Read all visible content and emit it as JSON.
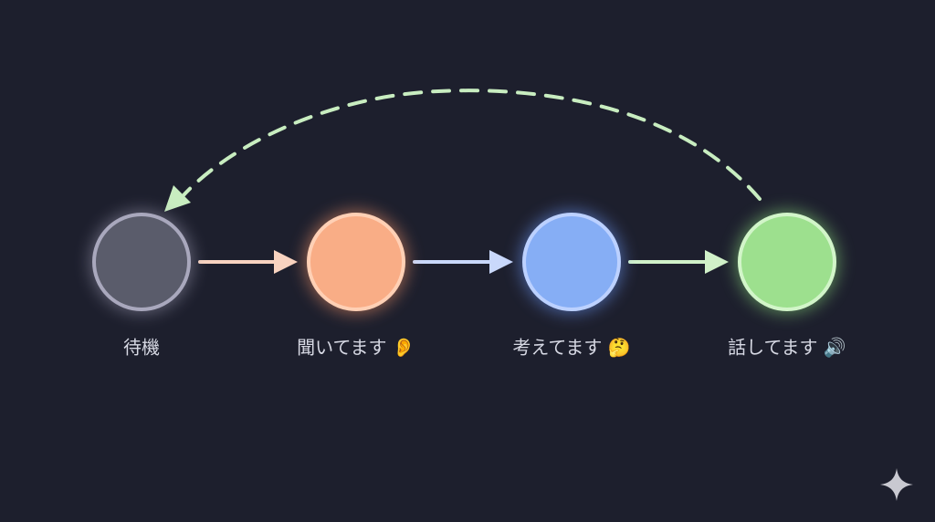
{
  "states": [
    {
      "label": "待機",
      "fill": "#5a5c6b",
      "stroke": "#a9a8bd",
      "glow": "#9b9ab0"
    },
    {
      "label": "聞いてます 👂",
      "fill": "#f9ad86",
      "stroke": "#ffd0b5",
      "glow": "#ff9a6b"
    },
    {
      "label": "考えてます 🤔",
      "fill": "#86aef5",
      "stroke": "#bcd1ff",
      "glow": "#6f9cff"
    },
    {
      "label": "話してます 🔊",
      "fill": "#9de08e",
      "stroke": "#d2f5c9",
      "glow": "#8fe07e"
    }
  ],
  "transitions": [
    {
      "from": 0,
      "to": 1,
      "color": "#f8d3c0",
      "style": "solid"
    },
    {
      "from": 1,
      "to": 2,
      "color": "#c9d8fb",
      "style": "solid"
    },
    {
      "from": 2,
      "to": 3,
      "color": "#d1f1c9",
      "style": "solid"
    },
    {
      "from": 3,
      "to": 0,
      "color": "#c8edc0",
      "style": "dashed"
    }
  ],
  "background": "#1d1f2d",
  "watermark_icon": "sparkle-icon"
}
